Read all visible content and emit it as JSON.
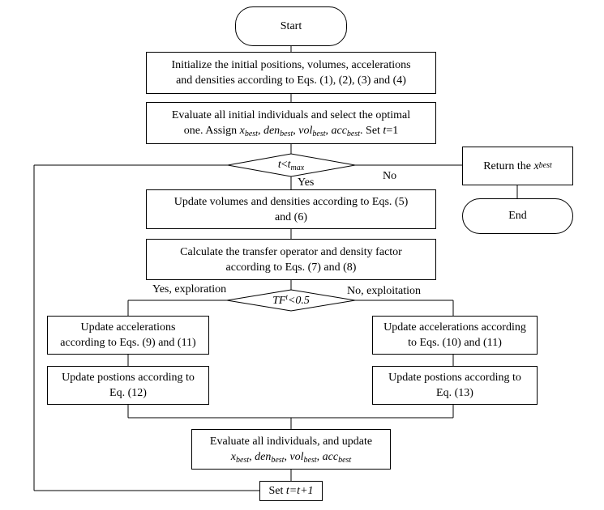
{
  "start": "Start",
  "end": "End",
  "init": {
    "line1": "Initialize the initial positions, volumes, accelerations",
    "line2": "and densities according to Eqs. (1), (2), (3) and (4)"
  },
  "evaluate_initial": {
    "line1": "Evaluate all initial individuals and select the optimal",
    "line2_prefix": "one. Assign",
    "x": "x",
    "best": "best",
    "den": "den",
    "vol": "vol",
    "acc": "acc",
    "set": "Set",
    "t_assign": "t",
    "eq_one": "=1",
    "comma": ",",
    "period": "."
  },
  "loop_condition": {
    "t": "t",
    "lt": "<",
    "t2": "t",
    "max": "max"
  },
  "labels": {
    "no": "No",
    "yes": "Yes",
    "yes_exploration": "Yes, exploration",
    "no_exploitation": "No, exploitation"
  },
  "return_box": {
    "text": "Return the",
    "x": "x",
    "sub": "best"
  },
  "update_vol_den": {
    "line1": "Update volumes and densities according to Eqs. (5)",
    "line2": "and (6)"
  },
  "transfer": {
    "line1": "Calculate the transfer operator and density factor",
    "line2": "according to Eqs. (7) and (8)"
  },
  "tf_condition": {
    "tf": "TF",
    "sup": "t",
    "rest": "<0.5"
  },
  "explore_acc": {
    "line1": "Update accelerations",
    "line2": "according to Eqs. (9) and (11)"
  },
  "explore_pos": {
    "line1": "Update postions according to",
    "line2": "Eq. (12)"
  },
  "exploit_acc": {
    "line1": "Update accelerations according",
    "line2": "to Eqs. (10) and (11)"
  },
  "exploit_pos": {
    "line1": "Update postions according to",
    "line2": "Eq. (13)"
  },
  "evaluate_all": {
    "line1": "Evaluate all individuals, and update",
    "x": "x",
    "best": "best",
    "den": "den",
    "vol": "vol",
    "acc": "acc",
    "comma": ","
  },
  "set_t": {
    "prefix": "Set",
    "expr": "t=t+1"
  }
}
